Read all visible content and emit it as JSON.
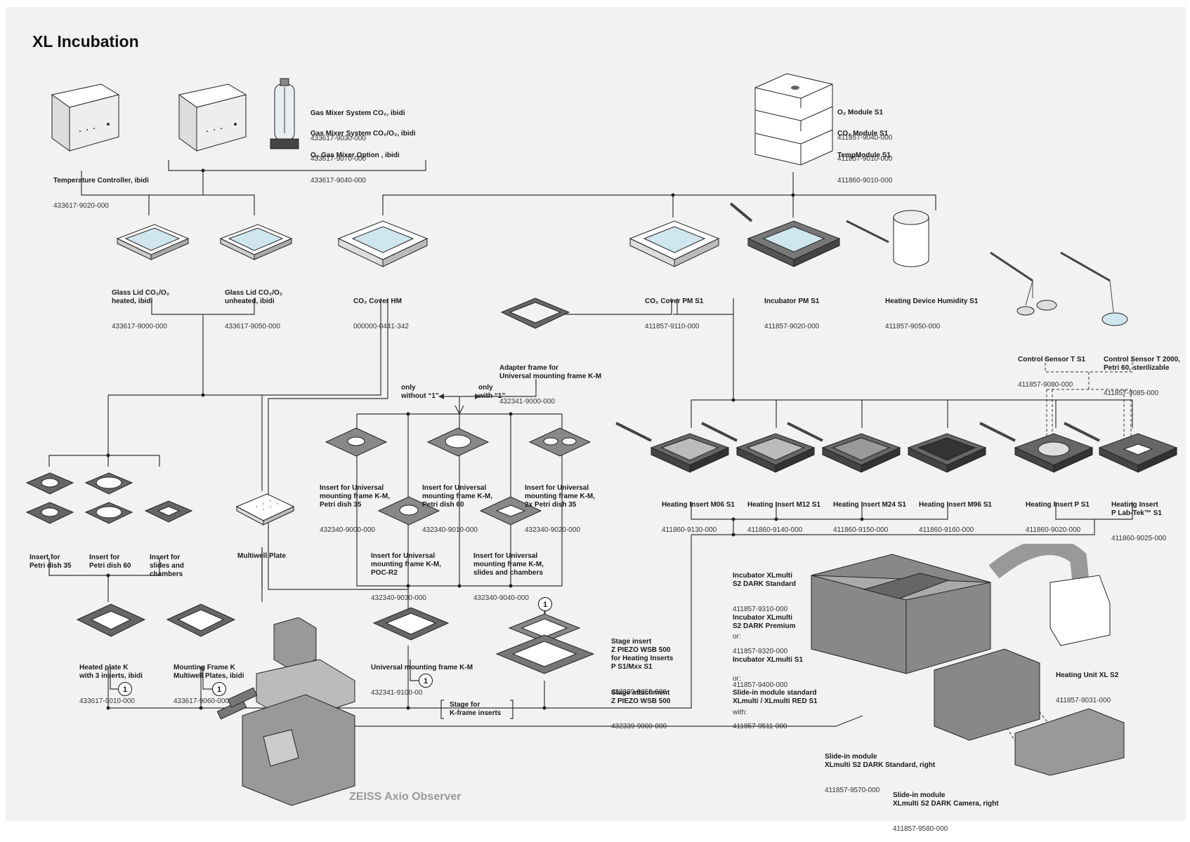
{
  "title": "XL Incubation",
  "microscope_name": "ZEISS Axio Observer",
  "badge_label": "1",
  "stage_label": "Stage for\nK-frame inserts",
  "only_without": "only\nwithout “1”",
  "only_with": "only\nwith “1”",
  "components": {
    "temp_controller": {
      "name": "Temperature Controller, ibidi",
      "pn": "433617-9020-000"
    },
    "gas_mixers": [
      {
        "name": "Gas Mixer System CO₂, ibidi",
        "pn": "433617-9030-000"
      },
      {
        "name": "Gas Mixer System CO₂/O₂, ibidi",
        "pn": "433617-9070-000"
      },
      {
        "name": "O₂ Gas Mixer Option , ibidi",
        "pn": "433617-9040-000"
      }
    ],
    "modules": [
      {
        "name": "O₂ Module S1",
        "pn": "411857-9040-000"
      },
      {
        "name": "CO₂ Module S1",
        "pn": "411857-9010-000"
      },
      {
        "name": "TempModule S1",
        "pn": "411860-9010-000"
      }
    ],
    "glass_lid_heated": {
      "name": "Glass Lid CO₂/O₂\nheated, ibidi",
      "pn": "433617-9000-000"
    },
    "glass_lid_unheated": {
      "name": "Glass Lid CO₂/O₂\nunheated, ibidi",
      "pn": "433617-9050-000"
    },
    "co2_cover_hm": {
      "name": "CO₂ Cover HM",
      "pn": "000000-0441-342"
    },
    "co2_cover_pm": {
      "name": "CO₂ Cover PM S1",
      "pn": "411857-9110-000"
    },
    "incubator_pm": {
      "name": "Incubator PM S1",
      "pn": "411857-9020-000"
    },
    "heating_humidity": {
      "name": "Heating Device Humidity S1",
      "pn": "411857-9050-000"
    },
    "control_sensor_t": {
      "name": "Control Sensor T S1",
      "pn": "411857-9080-000"
    },
    "control_sensor_t2000": {
      "name": "Control Sensor T 2000,\nPetri 60, sterilizable",
      "pn": "411857-9085-000"
    },
    "adapter_frame": {
      "name": "Adapter frame for\nUniversal mounting frame K-M",
      "pn": "432341-9000-000"
    },
    "insert_petri35_k": {
      "name": "Insert for\nPetri dish 35"
    },
    "insert_petri60_k": {
      "name": "Insert for\nPetri dish 60"
    },
    "insert_slides_k": {
      "name": "Insert for\nslides and\nchambers"
    },
    "multiwell_plate": {
      "name": "Multiwell Plate"
    },
    "insert_km_petri35": {
      "name": "Insert for Universal\nmounting frame K-M,\nPetri dish 35",
      "pn": "432340-9000-000"
    },
    "insert_km_petri60": {
      "name": "Insert for Universal\nmounting frame K-M,\nPetri dish 60",
      "pn": "432340-9010-000"
    },
    "insert_km_2xpetri35": {
      "name": "Insert for Universal\nmounting frame K-M,\n2x Petri dish 35",
      "pn": "432340-9020-000"
    },
    "insert_km_pocr2": {
      "name": "Insert for Universal\nmounting frame K-M,\nPOC-R2",
      "pn": "432340-9030-000"
    },
    "insert_km_slides": {
      "name": "Insert for Universal\nmounting frame K-M,\nslides and chambers",
      "pn": "432340-9040-000"
    },
    "heating_inserts": [
      {
        "name": "Heating Insert M06 S1",
        "pn": "411860-9130-000"
      },
      {
        "name": "Heating Insert M12 S1",
        "pn": "411860-9140-000"
      },
      {
        "name": "Heating Insert M24 S1",
        "pn": "411860-9150-000"
      },
      {
        "name": "Heating Insert M96 S1",
        "pn": "411860-9160-000"
      },
      {
        "name": "Heating Insert P S1",
        "pn": "411860-9020-000"
      },
      {
        "name": "Heating Insert\nP Lab-Tek™ S1",
        "pn": "411860-9025-000"
      }
    ],
    "heated_plate_k": {
      "name": "Heated plate K\nwith 3 inserts, ibidi",
      "pn": "433617-9010-000"
    },
    "mounting_frame_k": {
      "name": "Mounting Frame K\nMultiwell Plates, ibidi",
      "pn": "433617-9060-000"
    },
    "universal_frame_km": {
      "name": "Universal mounting frame K-M",
      "pn": "432341-9100-00"
    },
    "stage_insert": {
      "name": "Stage insert\nZ PIEZO WSB 500\nfor Heating Inserts\nP S1/Mxx S1",
      "pn": "432339-9050-000"
    },
    "stage_attachment": {
      "name": "Stage attachment\nZ PIEZO WSB 500",
      "pn": "432339-9000-000"
    },
    "incubator_xlmulti": [
      {
        "name": "Incubator XLmulti\nS2 DARK Standard",
        "pn": "411857-9310-000",
        "sep": "or:"
      },
      {
        "name": "Incubator XLmulti\nS2 DARK Premium",
        "pn": "411857-9320-000",
        "sep": "or:"
      },
      {
        "name": "Incubator XLmulti S1",
        "pn": "411857-9400-000",
        "sep": "with:"
      },
      {
        "name": "Slide-in module standard\nXLmulti / XLmulti RED S1",
        "pn": "411857-9511-000"
      }
    ],
    "heating_unit_xl": {
      "name": "Heating Unit XL S2",
      "pn": "411857-9031-000"
    },
    "slidein_standard": {
      "name": "Slide-in module\nXLmulti S2 DARK Standard, right",
      "pn": "411857-9570-000"
    },
    "slidein_camera": {
      "name": "Slide-in module\nXLmulti S2 DARK Camera, right",
      "pn": "411857-9580-000"
    }
  }
}
